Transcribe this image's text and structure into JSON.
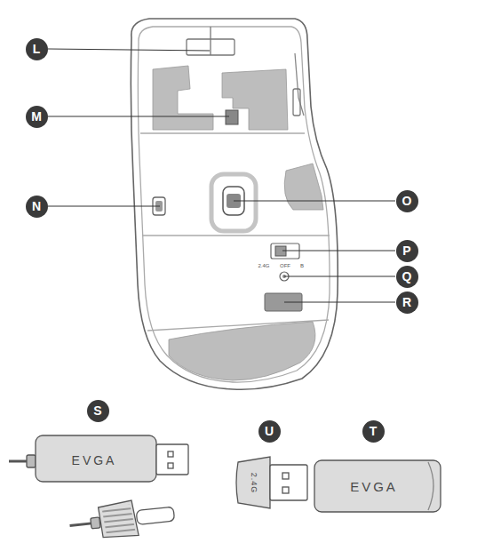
{
  "diagram": {
    "nodes": [
      {
        "text": [
          "L"
        ]
      },
      {
        "text": [
          "M"
        ]
      },
      {
        "text": [
          "N"
        ]
      },
      {
        "text": [
          "O"
        ]
      },
      {
        "text": [
          "P"
        ]
      },
      {
        "text": [
          "Q"
        ]
      },
      {
        "text": [
          "R"
        ]
      },
      {
        "text": [
          "S"
        ]
      },
      {
        "text": [
          "U"
        ]
      },
      {
        "text": [
          "T"
        ]
      }
    ],
    "labels": [
      "2.4G",
      "OFF",
      "B",
      "EVGA",
      "2.4G",
      "EVGA"
    ]
  }
}
